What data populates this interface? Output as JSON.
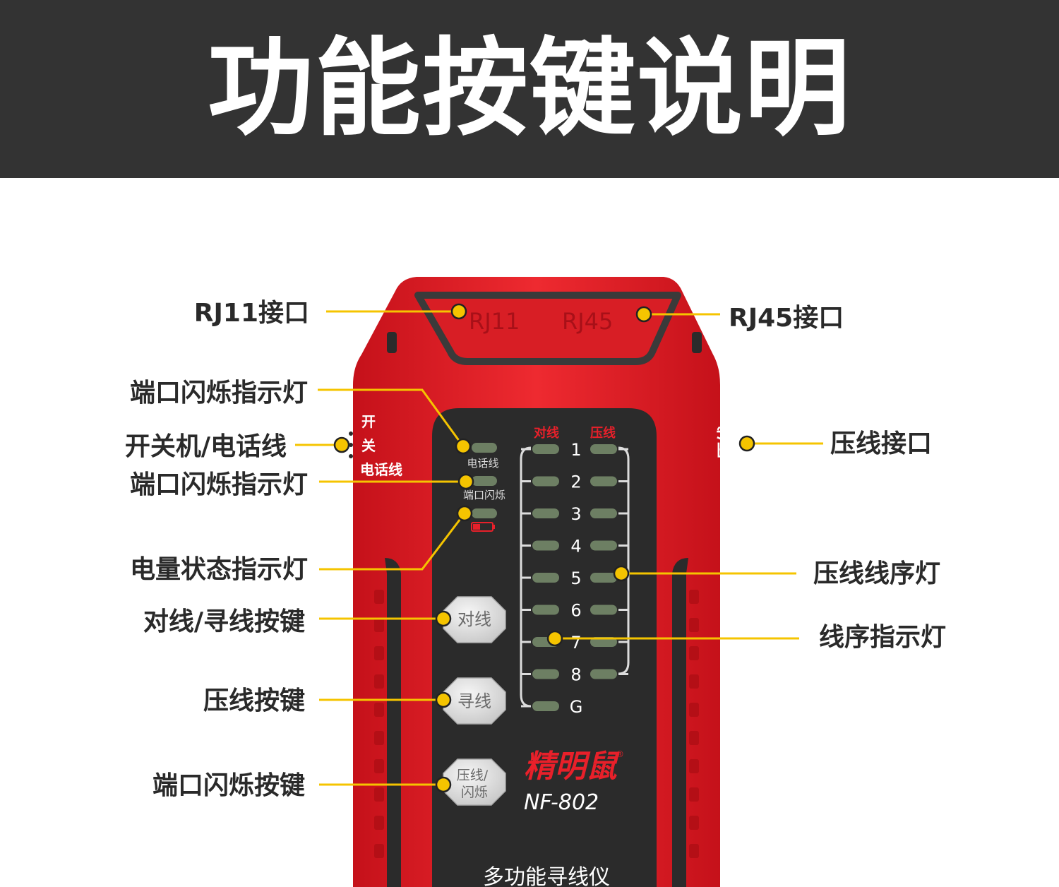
{
  "header": {
    "title": "功能按键说明"
  },
  "device": {
    "port_labels": {
      "rj11": "RJ11",
      "rj45": "RJ45"
    },
    "side_switch_labels": {
      "on": "开",
      "off": "关",
      "phone_line": "电话线"
    },
    "side_port_label": "压线",
    "led_labels": {
      "phone_line": "电话线",
      "port_flash": "端口闪烁"
    },
    "column_headers": {
      "pair": "对线",
      "crimp": "压线"
    },
    "wire_numbers": [
      "1",
      "2",
      "3",
      "4",
      "5",
      "6",
      "7",
      "8",
      "G"
    ],
    "buttons": {
      "pair_trace": "对线",
      "trace": "寻线",
      "crimp_flash": "压线/\n闪烁"
    },
    "brand": "精明鼠",
    "brand_mark": "®",
    "model": "NF-802",
    "bottom_label": "多功能寻线仪"
  },
  "callouts": {
    "left": [
      "RJ11接口",
      "端口闪烁指示灯",
      "开关机/电话线",
      "端口闪烁指示灯",
      "电量状态指示灯",
      "对线/寻线按键",
      "压线按键",
      "端口闪烁按键"
    ],
    "right": [
      "RJ45接口",
      "压线接口",
      "压线线序灯",
      "线序指示灯"
    ]
  },
  "colors": {
    "header_bg": "#333333",
    "device_red": "#e8202a",
    "device_dark": "#2b2b2b",
    "accent_yellow": "#f5c400",
    "led_green": "#6d7f63"
  }
}
